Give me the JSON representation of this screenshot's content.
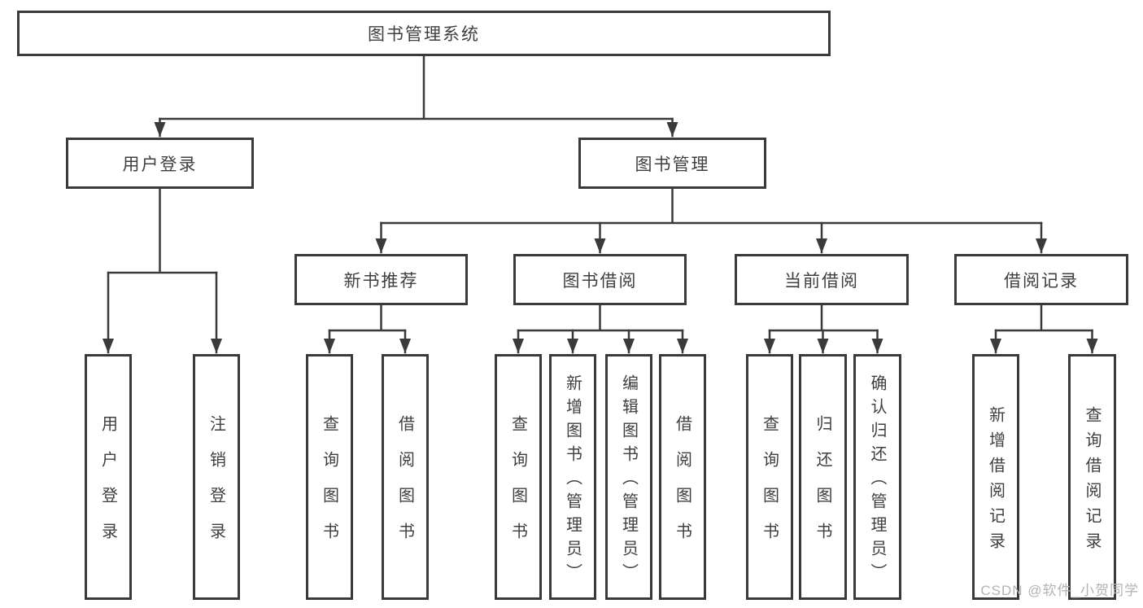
{
  "colors": {
    "line": "#3a3a3a",
    "text": "#3f3f3f",
    "background": "#ffffff",
    "watermark": "#b3b3b3"
  },
  "watermark": {
    "text": "CSDN @软件_小贺同学"
  },
  "nodes": {
    "root": {
      "label": "图书管理系统",
      "children": [
        "userLogin",
        "bookMgmt"
      ]
    },
    "userLogin": {
      "label": "用户登录",
      "children": [
        "uLogin",
        "uLogout"
      ]
    },
    "bookMgmt": {
      "label": "图书管理",
      "children": [
        "newBookRec",
        "bookBorrow",
        "currentBorrow",
        "borrowRecord"
      ]
    },
    "newBookRec": {
      "label": "新书推荐",
      "children": [
        "nbQuery",
        "nbBorrow"
      ]
    },
    "bookBorrow": {
      "label": "图书借阅",
      "children": [
        "bbQuery",
        "bbAdd",
        "bbEdit",
        "bbBorrow"
      ]
    },
    "currentBorrow": {
      "label": "当前借阅",
      "children": [
        "cbQuery",
        "cbReturn",
        "cbConfirm"
      ]
    },
    "borrowRecord": {
      "label": "借阅记录",
      "children": [
        "brAdd",
        "brQuery"
      ]
    },
    "uLogin": {
      "label": "用户登录",
      "children": []
    },
    "uLogout": {
      "label": "注销登录",
      "children": []
    },
    "nbQuery": {
      "label": "查询图书",
      "children": []
    },
    "nbBorrow": {
      "label": "借阅图书",
      "children": []
    },
    "bbQuery": {
      "label": "查询图书",
      "children": []
    },
    "bbAdd": {
      "label": "新增图书（管理员）",
      "children": []
    },
    "bbEdit": {
      "label": "编辑图书（管理员）",
      "children": []
    },
    "bbBorrow": {
      "label": "借阅图书",
      "children": []
    },
    "cbQuery": {
      "label": "查询图书",
      "children": []
    },
    "cbReturn": {
      "label": "归还图书",
      "children": []
    },
    "cbConfirm": {
      "label": "确认归还（管理员）",
      "children": []
    },
    "brAdd": {
      "label": "新增借阅记录",
      "children": []
    },
    "brQuery": {
      "label": "查询借阅记录",
      "children": []
    }
  }
}
